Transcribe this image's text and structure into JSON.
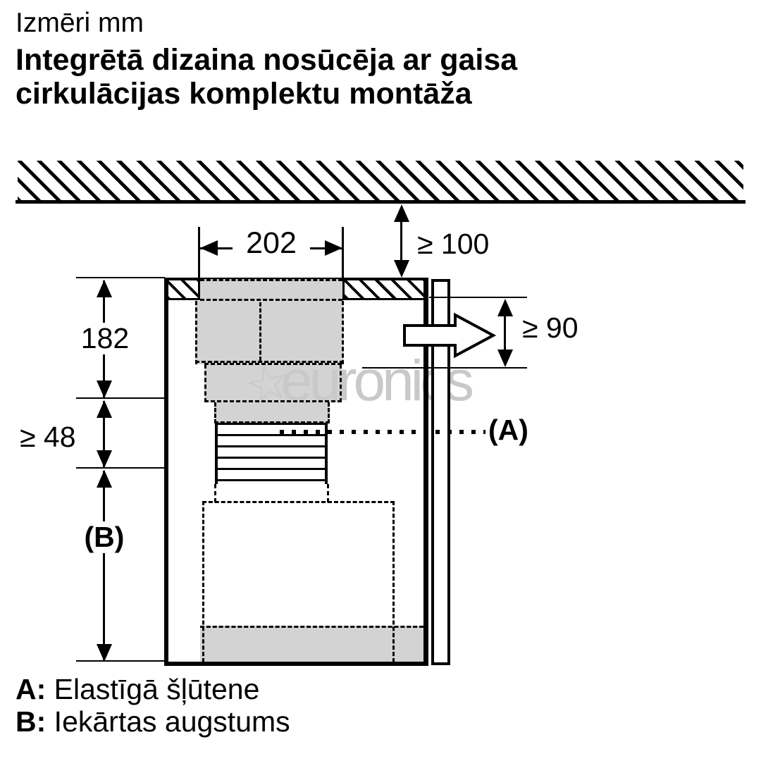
{
  "header": {
    "subtitle": "Izmēri mm",
    "title_line1": "Integrētā dizaina nosūcēja ar gaisa",
    "title_line2": "cirkulācijas komplektu montāža"
  },
  "dimensions": {
    "top_clearance": "≥ 100",
    "opening_width": "202",
    "upper_height": "182",
    "hose_clearance": "≥ 48",
    "front_clearance": "≥ 90",
    "appliance_height_label": "(B)",
    "hose_ref_label": "(A)"
  },
  "legend": {
    "a_key": "A:",
    "a_text": "Elastīgā šļūtene",
    "b_key": "B:",
    "b_text": "Iekārtas augstums"
  },
  "watermark": {
    "star": "☆",
    "text": "euronics"
  },
  "colors": {
    "fill_gray": "#d3d3d3",
    "watermark_gray": "#c9c9c9",
    "line_black": "#000000",
    "background": "#ffffff"
  }
}
